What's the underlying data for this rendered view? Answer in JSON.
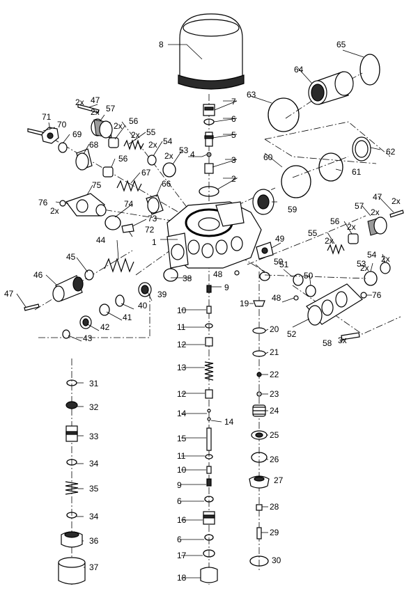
{
  "diagram": {
    "title": "Exploded parts view",
    "labels": {
      "l1": "1",
      "l2": "2",
      "l3": "3",
      "l4": "4",
      "l5": "5",
      "l6": "6",
      "l7": "7",
      "l8": "8",
      "l9": "9",
      "l10": "10",
      "l11": "11",
      "l12": "12",
      "l13": "13",
      "l14": "14",
      "l15": "15",
      "l16": "16",
      "l17": "17",
      "l18": "18",
      "l19": "19",
      "l20": "20",
      "l21": "21",
      "l22": "22",
      "l23": "23",
      "l24": "24",
      "l25": "25",
      "l26": "26",
      "l27": "27",
      "l28": "28",
      "l29": "29",
      "l30": "30",
      "l31": "31",
      "l32": "32",
      "l33": "33",
      "l34": "34",
      "l35": "35",
      "l36": "36",
      "l37": "37",
      "l38": "38",
      "l39": "39",
      "l40": "40",
      "l41": "41",
      "l42": "42",
      "l43": "43",
      "l44": "44",
      "l45": "45",
      "l46": "46",
      "l47": "47",
      "l48": "48",
      "l49": "49",
      "l50": "50",
      "l51": "51",
      "l52": "52",
      "l53": "53",
      "l54": "54",
      "l55": "55",
      "l56": "56",
      "l57": "57",
      "l58": "58",
      "l59": "59",
      "l60": "60",
      "l61": "61",
      "l62": "62",
      "l63": "63",
      "l64": "64",
      "l65": "65",
      "l66": "66",
      "l67": "67",
      "l68": "68",
      "l69": "69",
      "l70": "70",
      "l71": "71",
      "l72": "72",
      "l73": "73",
      "l74": "74",
      "l75": "75",
      "l76": "76"
    },
    "quantities": {
      "q2x": "2x",
      "q3x": "3x"
    }
  }
}
